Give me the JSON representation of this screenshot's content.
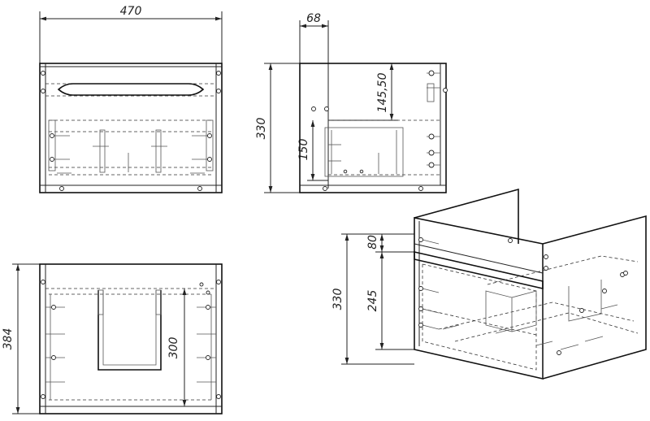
{
  "dimensions": {
    "front_width": "470",
    "side_depth": "68",
    "side_height": "330",
    "side_upper": "145,50",
    "side_lower": "150",
    "top_depth": "384",
    "top_inner": "300",
    "iso_height": "330",
    "iso_upper": "80",
    "iso_lower": "245"
  }
}
